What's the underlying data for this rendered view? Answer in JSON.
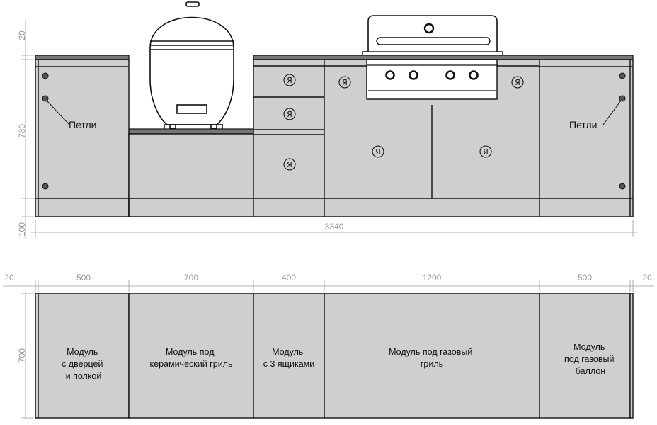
{
  "colors": {
    "panel": "#cfcfcf",
    "countertop": "#777777",
    "stroke": "#111111",
    "dimension": "#9a9a9a",
    "background": "#ffffff"
  },
  "front_view": {
    "dim_top": "20",
    "dim_height": "780",
    "dim_plinth": "100",
    "dim_total_width": "3340",
    "hinge_label_left": "Петли",
    "hinge_label_right": "Петли",
    "brand_mark": "Я"
  },
  "plan_view": {
    "dim_height": "700",
    "dim_left_overhang": "20",
    "dim_right_overhang": "20",
    "widths": [
      "500",
      "700",
      "400",
      "1200",
      "500"
    ],
    "modules": [
      {
        "lines": [
          "Модуль",
          "с дверцей",
          "и полкой"
        ]
      },
      {
        "lines": [
          "Модуль под",
          "керамический гриль"
        ]
      },
      {
        "lines": [
          "Модуль",
          "с 3 ящиками"
        ]
      },
      {
        "lines": [
          "Модуль под газовый",
          "гриль"
        ]
      },
      {
        "lines": [
          "Модуль",
          "под газовый",
          "баллон"
        ]
      }
    ]
  },
  "icons": {
    "kamado": "kamado-grill-icon",
    "gas_grill": "gas-grill-icon",
    "hinge": "hinge-dot-icon"
  }
}
